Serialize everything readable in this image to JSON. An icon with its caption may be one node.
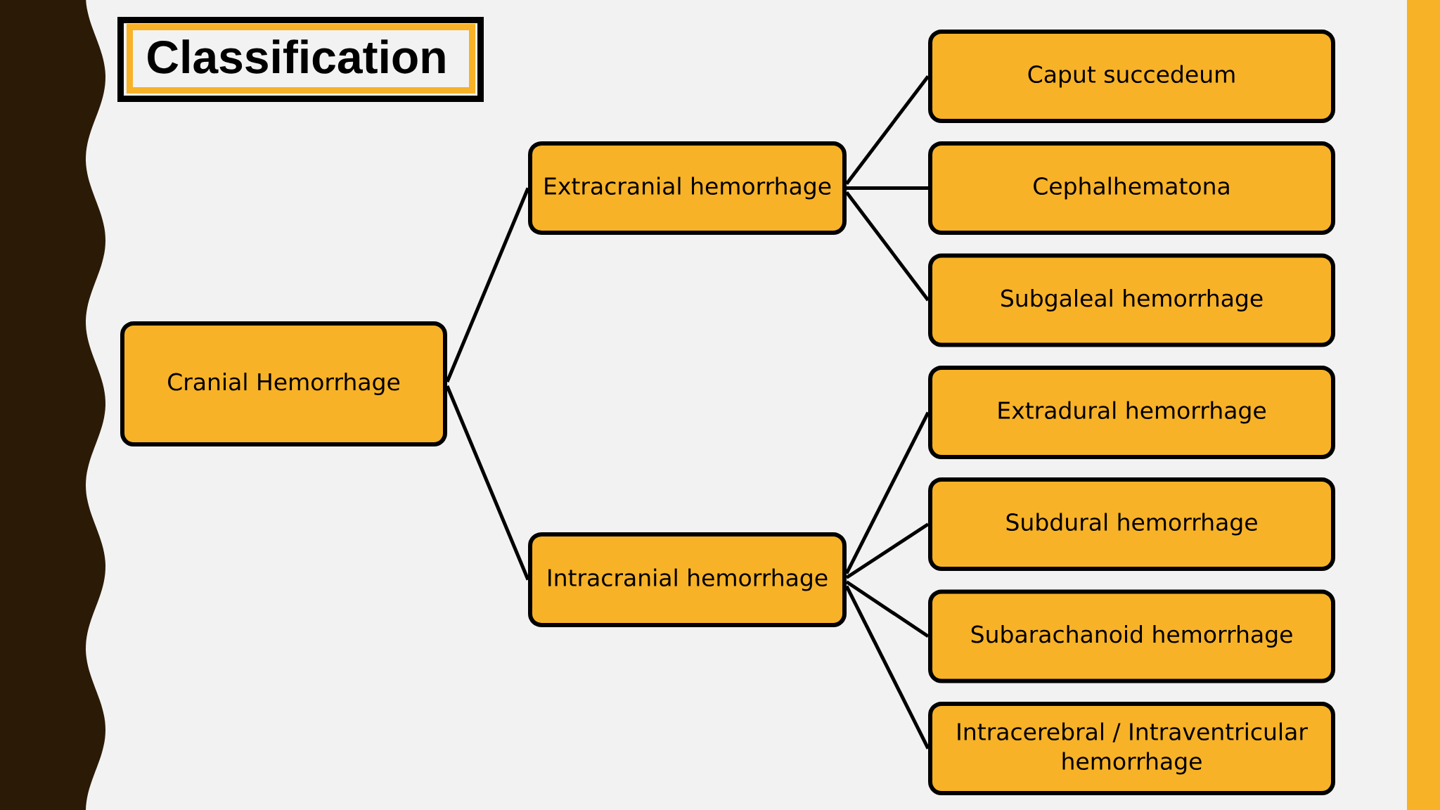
{
  "diagram": {
    "title": "Classification",
    "nodes": [
      {
        "text": [
          "Cranial Hemorrhage"
        ]
      },
      {
        "text": [
          "Extracranial hemorrhage"
        ]
      },
      {
        "text": [
          "Caput succedeum"
        ]
      },
      {
        "text": [
          "Cephalhematona"
        ]
      },
      {
        "text": [
          "Subgaleal hemorrhage"
        ]
      },
      {
        "text": [
          "Intracranial hemorrhage"
        ]
      },
      {
        "text": [
          "Extradural hemorrhage"
        ]
      },
      {
        "text": [
          "Subdural hemorrhage"
        ]
      },
      {
        "text": [
          "Subarachanoid hemorrhage"
        ]
      },
      {
        "text": [
          "Intracerebral / Intraventricular hemorrhage"
        ]
      }
    ],
    "edges": [
      {
        "from": 0,
        "to": 1,
        "arrow": "none"
      },
      {
        "from": 0,
        "to": 5,
        "arrow": "none"
      },
      {
        "from": 1,
        "to": 2,
        "arrow": "none"
      },
      {
        "from": 1,
        "to": 3,
        "arrow": "none"
      },
      {
        "from": 1,
        "to": 4,
        "arrow": "none"
      },
      {
        "from": 5,
        "to": 6,
        "arrow": "none"
      },
      {
        "from": 5,
        "to": 7,
        "arrow": "none"
      },
      {
        "from": 5,
        "to": 8,
        "arrow": "none"
      },
      {
        "from": 5,
        "to": 9,
        "arrow": "none"
      }
    ]
  }
}
